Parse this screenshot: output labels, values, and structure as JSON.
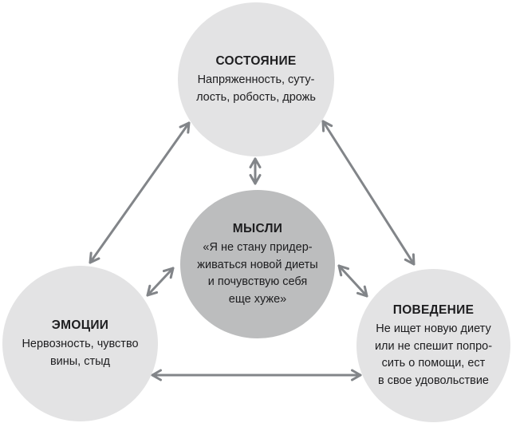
{
  "diagram": {
    "nodes": {
      "state": {
        "title": "СОСТОЯНИЕ",
        "lines": [
          "Напряженность, суту-",
          "лость, робость, дрожь"
        ]
      },
      "thoughts": {
        "title": "МЫСЛИ",
        "lines": [
          "«Я не стану придер-",
          "живаться новой диеты",
          "и почувствую себя",
          "еще хуже»"
        ]
      },
      "emotions": {
        "title": "ЭМОЦИИ",
        "lines": [
          "Нервозность, чувство",
          "вины, стыд"
        ]
      },
      "behavior": {
        "title": "ПОВЕДЕНИЕ",
        "lines": [
          "Не ищет новую диету",
          "или не спешит попро-",
          "сить о помощи, ест",
          "в свое удовольствие"
        ]
      }
    },
    "colors": {
      "node_light": "#e3e3e4",
      "node_dark": "#bcbdbe",
      "arrow": "#828589",
      "text": "#1d1d1f"
    }
  }
}
